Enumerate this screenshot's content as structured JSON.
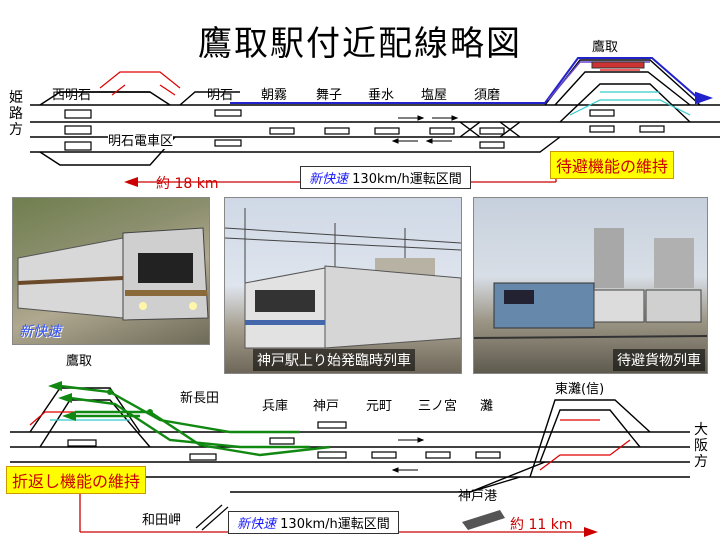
{
  "title": "鷹取駅付近配線略図",
  "top_diagram": {
    "stations": {
      "nishi_akashi": "西明石",
      "akashi": "明石",
      "asagiri": "朝霧",
      "maiko": "舞子",
      "tarumi": "垂水",
      "shioya": "塩屋",
      "suma": "須磨",
      "takatori": "鷹取",
      "akashi_depot": "明石電車区"
    },
    "direction_left": "姫路方",
    "speed_label": {
      "italic": "新快速",
      "rest": " 130km/h運転区間"
    },
    "distance": "約 18 km",
    "callout": "待避機能の維持"
  },
  "photos": {
    "left": {
      "caption": "新快速"
    },
    "center": {
      "caption": "神戸駅上り始発臨時列車"
    },
    "right": {
      "caption": "待避貨物列車"
    }
  },
  "bottom_diagram": {
    "stations": {
      "takatori": "鷹取",
      "shin_nagata": "新長田",
      "hyogo": "兵庫",
      "kobe": "神戸",
      "motomachi": "元町",
      "sannomiya": "三ノ宮",
      "nada": "灘",
      "higashinada": "東灘(信)",
      "kobe_port": "神戸港",
      "wadamisaki": "和田岬"
    },
    "direction_right": "大阪方",
    "speed_label": {
      "italic": "新快速",
      "rest": " 130km/h運転区間"
    },
    "distance": "約 11 km",
    "callout": "折返し機能の維持"
  }
}
